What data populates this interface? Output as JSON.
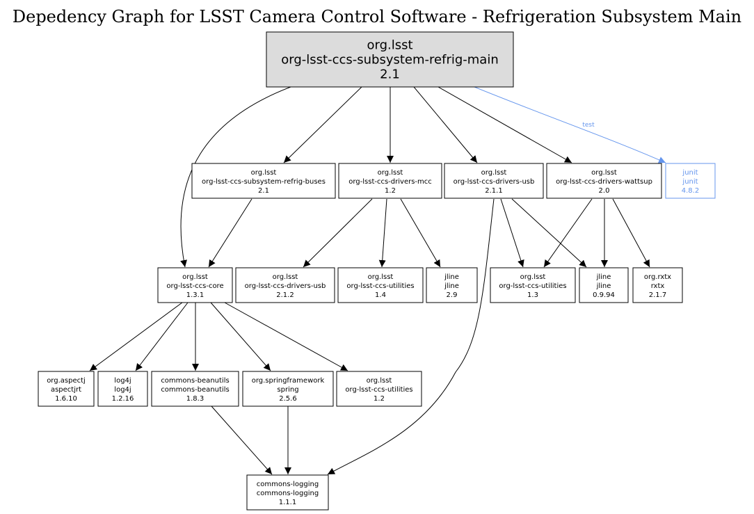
{
  "title": "Depedency Graph for LSST Camera Control Software - Refrigeration Subsystem Main",
  "colors": {
    "test": "#6495ed",
    "root_fill": "#dcdcdc"
  },
  "nodes": {
    "root": [
      "org.lsst",
      "org-lsst-ccs-subsystem-refrig-main",
      "2.1"
    ],
    "buses": [
      "org.lsst",
      "org-lsst-ccs-subsystem-refrig-buses",
      "2.1"
    ],
    "mcc": [
      "org.lsst",
      "org-lsst-ccs-drivers-mcc",
      "1.2"
    ],
    "usb211": [
      "org.lsst",
      "org-lsst-ccs-drivers-usb",
      "2.1.1"
    ],
    "wattsup": [
      "org.lsst",
      "org-lsst-ccs-drivers-wattsup",
      "2.0"
    ],
    "junit": [
      "junit",
      "junit",
      "4.8.2"
    ],
    "core": [
      "org.lsst",
      "org-lsst-ccs-core",
      "1.3.1"
    ],
    "usb212": [
      "org.lsst",
      "org-lsst-ccs-drivers-usb",
      "2.1.2"
    ],
    "util14": [
      "org.lsst",
      "org-lsst-ccs-utilities",
      "1.4"
    ],
    "jline29": [
      "jline",
      "jline",
      "2.9"
    ],
    "util13": [
      "org.lsst",
      "org-lsst-ccs-utilities",
      "1.3"
    ],
    "jline0994": [
      "jline",
      "jline",
      "0.9.94"
    ],
    "rxtx": [
      "org.rxtx",
      "rxtx",
      "2.1.7"
    ],
    "aspectj": [
      "org.aspectj",
      "aspectjrt",
      "1.6.10"
    ],
    "log4j": [
      "log4j",
      "log4j",
      "1.2.16"
    ],
    "beanutils": [
      "commons-beanutils",
      "commons-beanutils",
      "1.8.3"
    ],
    "spring": [
      "org.springframework",
      "spring",
      "2.5.6"
    ],
    "util12": [
      "org.lsst",
      "org-lsst-ccs-utilities",
      "1.2"
    ],
    "logging": [
      "commons-logging",
      "commons-logging",
      "1.1.1"
    ]
  },
  "edges": [
    {
      "from": "root",
      "to": "core"
    },
    {
      "from": "root",
      "to": "buses"
    },
    {
      "from": "root",
      "to": "mcc"
    },
    {
      "from": "root",
      "to": "usb211"
    },
    {
      "from": "root",
      "to": "wattsup"
    },
    {
      "from": "root",
      "to": "junit",
      "label": "test",
      "scope": "test"
    },
    {
      "from": "buses",
      "to": "core"
    },
    {
      "from": "mcc",
      "to": "usb212"
    },
    {
      "from": "mcc",
      "to": "util14"
    },
    {
      "from": "mcc",
      "to": "jline29"
    },
    {
      "from": "usb211",
      "to": "util13"
    },
    {
      "from": "usb211",
      "to": "jline0994"
    },
    {
      "from": "usb211",
      "to": "logging"
    },
    {
      "from": "wattsup",
      "to": "util13"
    },
    {
      "from": "wattsup",
      "to": "jline0994"
    },
    {
      "from": "wattsup",
      "to": "rxtx"
    },
    {
      "from": "core",
      "to": "aspectj"
    },
    {
      "from": "core",
      "to": "log4j"
    },
    {
      "from": "core",
      "to": "beanutils"
    },
    {
      "from": "core",
      "to": "spring"
    },
    {
      "from": "core",
      "to": "util12"
    },
    {
      "from": "beanutils",
      "to": "logging"
    },
    {
      "from": "spring",
      "to": "logging"
    }
  ]
}
